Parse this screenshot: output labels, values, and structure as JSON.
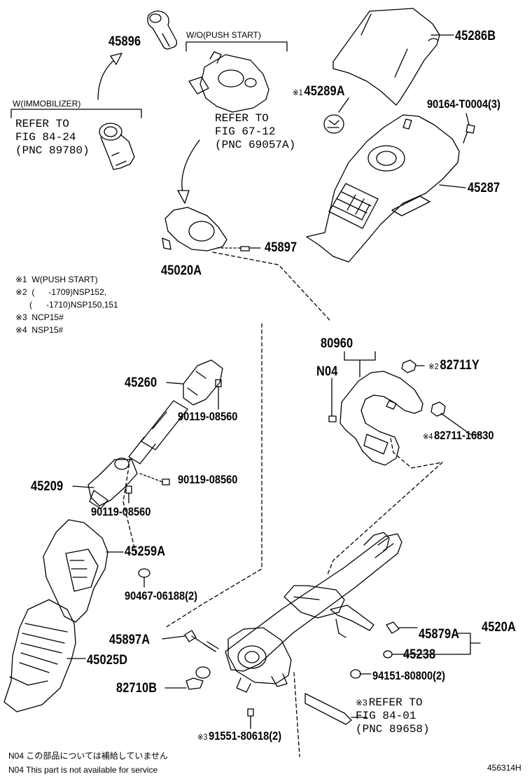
{
  "labels": {
    "p45896": "45896",
    "p45286b": "45286B",
    "p45289a_mark": "※1",
    "p45289a": "45289A",
    "p90164": "90164-T0004(3)",
    "p45287": "45287",
    "p45897": "45897",
    "p45020a": "45020A",
    "p80960": "80960",
    "n04": "N04",
    "p82711y_mark": "※2",
    "p82711y": "82711Y",
    "p82711_16830_mark": "※4",
    "p82711_16830": "82711-16830",
    "p45260": "45260",
    "p90119_a": "90119-08560",
    "p90119_b": "90119-08560",
    "p90119_c": "90119-08560",
    "p45209": "45209",
    "p45259a": "45259A",
    "p90467": "90467-06188(2)",
    "p45025d": "45025D",
    "p45897a": "45897A",
    "p45879a": "45879A",
    "p4520a": "4520A",
    "p45238": "45238",
    "p94151": "94151-80800(2)",
    "p82710b": "82710B",
    "p91551_mark": "※3",
    "p91551": "91551-80618(2)"
  },
  "variants": {
    "push_start": "W/O(PUSH START)",
    "immobilizer": "W(IMMOBILIZER)"
  },
  "refs": {
    "immobilizer_ref": "REFER TO\nFIG 84-24\n(PNC 89780)",
    "push_start_ref": "REFER TO\nFIG 67-12\n(PNC 69057A)",
    "fig8401_mark": "※3",
    "fig8401_ref": "REFER TO\nFIG 84-01\n(PNC 89658)"
  },
  "notes": {
    "n1": "※1  W(PUSH START)",
    "n2": "※2  (      -1709)NSP152,",
    "n2b": "      (      -1710)NSP150,151",
    "n3": "※3  NCP15#",
    "n4": "※4  NSP15#"
  },
  "footer": {
    "jp": "N04  この部品については補給していません",
    "en": "N04  This part is not available for service",
    "code": "456314H"
  }
}
